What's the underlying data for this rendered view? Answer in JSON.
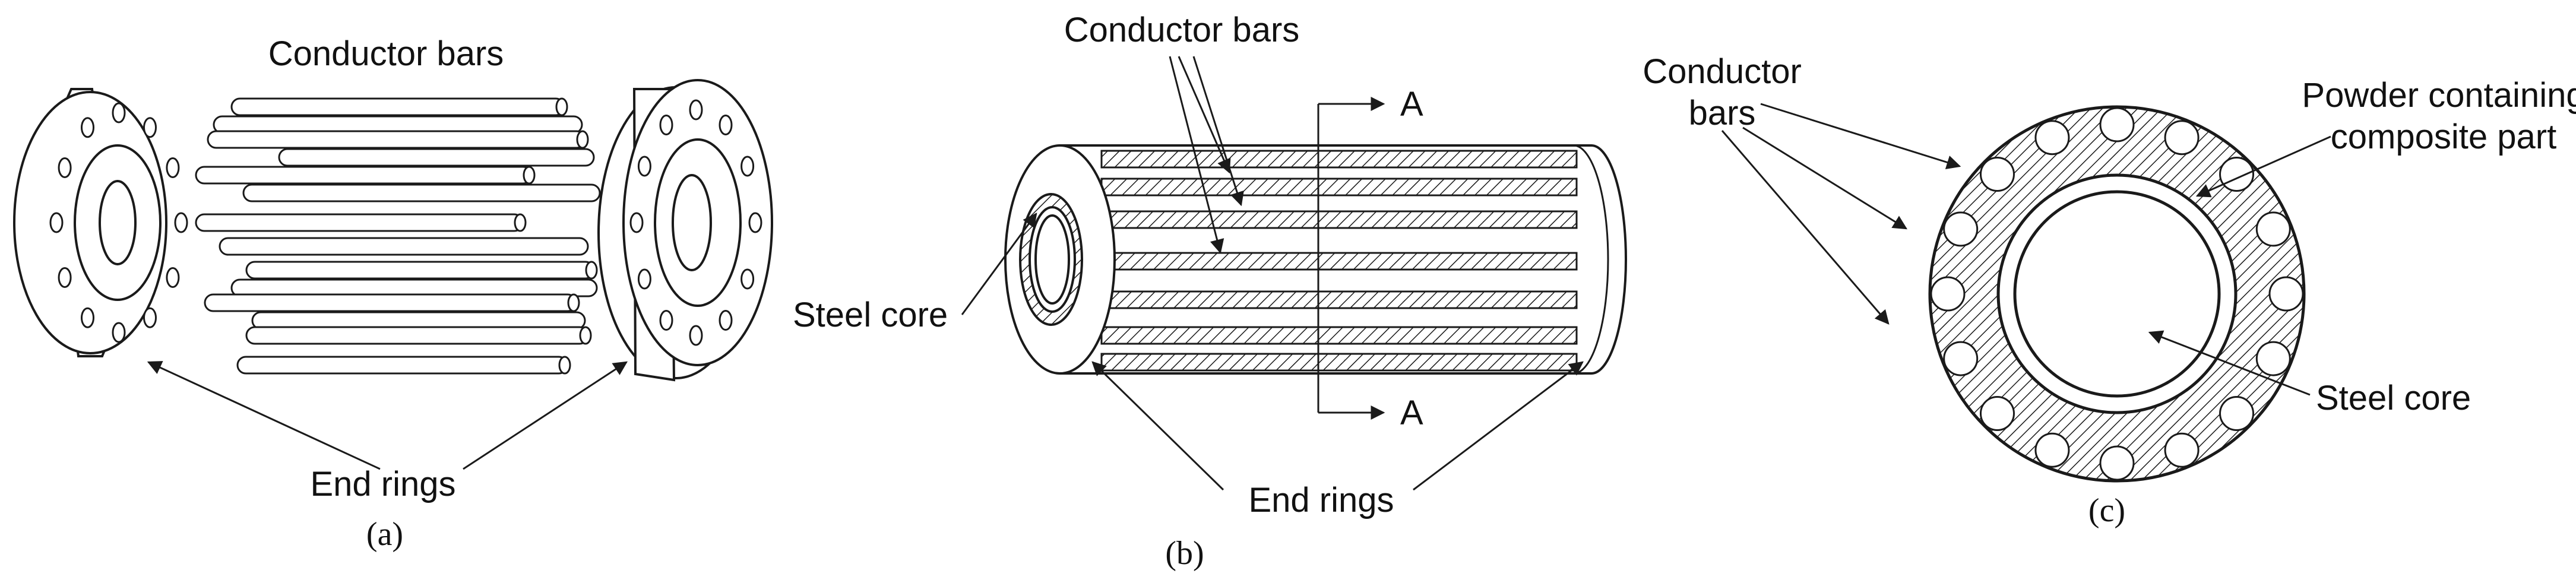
{
  "colors": {
    "ink": "#1a1a1a",
    "background": "#ffffff",
    "hatch": "#1a1a1a"
  },
  "panel_a": {
    "label_bars": "Conductor bars",
    "label_rings": "End rings",
    "caption": "(a)"
  },
  "panel_b": {
    "label_bars": "Conductor bars",
    "label_core": "Steel core",
    "label_rings": "End rings",
    "section_top": "A",
    "section_bottom": "A",
    "caption": "(b)"
  },
  "panel_c": {
    "label_bars_line1": "Conductor",
    "label_bars_line2": "bars",
    "label_powder_line1": "Powder containing",
    "label_powder_line2": "composite part",
    "label_core": "Steel core",
    "caption": "(c)"
  }
}
